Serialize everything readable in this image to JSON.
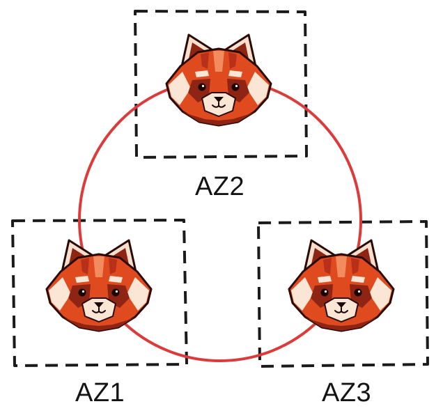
{
  "zones": [
    {
      "label": "AZ1"
    },
    {
      "label": "AZ2"
    },
    {
      "label": "AZ3"
    }
  ],
  "colors": {
    "ring": "#dc3b3b",
    "zone_border": "#1a1a1a",
    "fur_main": "#e04a1f",
    "fur_dark": "#8e2414",
    "fur_light": "#fbe6d6",
    "outline": "#2a0a06"
  },
  "icons": {
    "node": "red-panda-logo-icon"
  }
}
